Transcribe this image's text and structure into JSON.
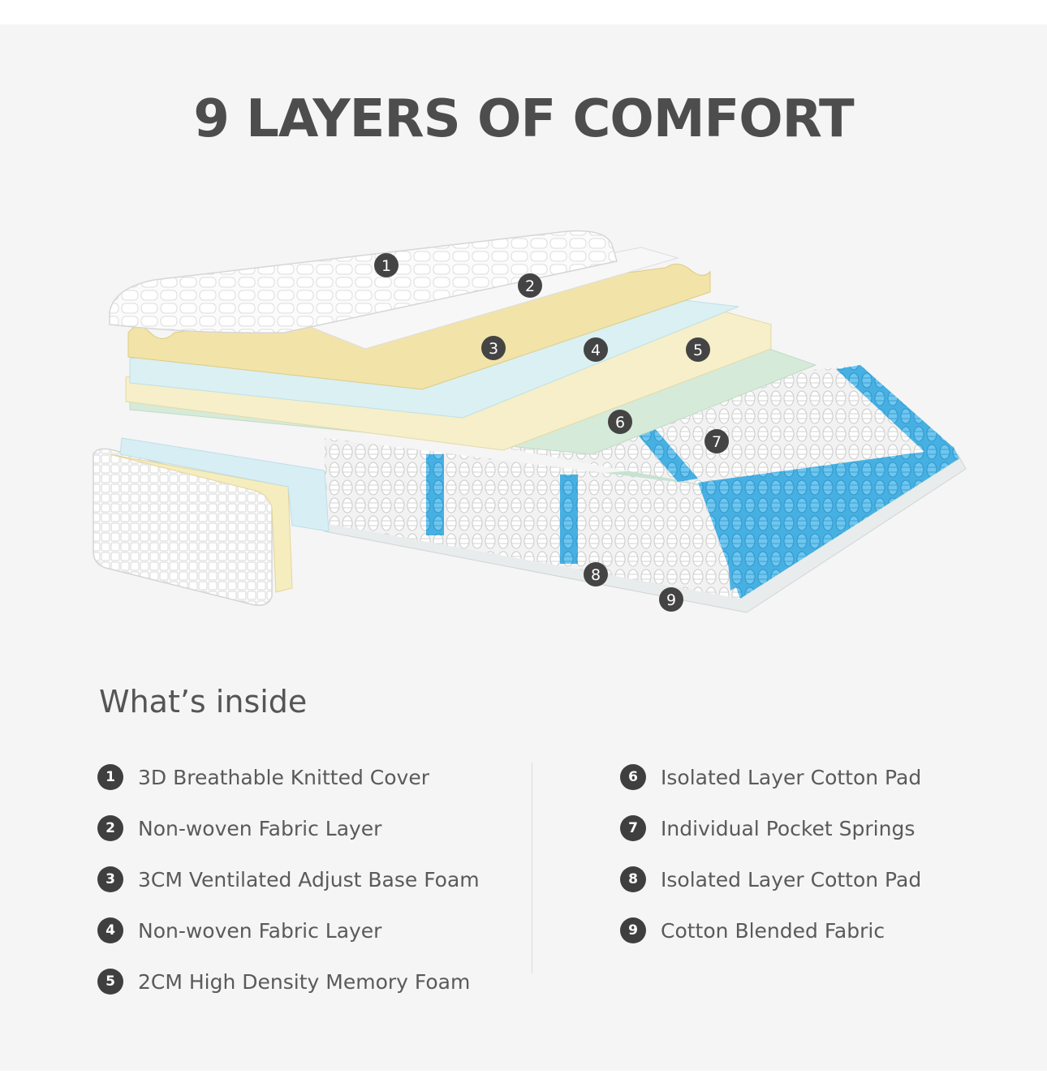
{
  "title": "9 LAYERS OF COMFORT",
  "subtitle": "What’s inside",
  "callouts": [
    "1",
    "2",
    "3",
    "4",
    "5",
    "6",
    "7",
    "8",
    "9"
  ],
  "layers_left": [
    {
      "num": "1",
      "label": "3D Breathable Knitted Cover"
    },
    {
      "num": "2",
      "label": "Non-woven Fabric Layer"
    },
    {
      "num": "3",
      "label": "3CM Ventilated Adjust Base Foam"
    },
    {
      "num": "4",
      "label": "Non-woven Fabric Layer"
    },
    {
      "num": "5",
      "label": "2CM High Density Memory Foam"
    }
  ],
  "layers_right": [
    {
      "num": "6",
      "label": "Isolated Layer Cotton Pad"
    },
    {
      "num": "7",
      "label": "Individual Pocket Springs"
    },
    {
      "num": "8",
      "label": "Isolated Layer Cotton Pad"
    },
    {
      "num": "9",
      "label": "Cotton Blended Fabric"
    }
  ],
  "colors": {
    "background": "#f5f5f5",
    "badge": "#3f3f3f",
    "spring_accent": "#4fb8e8",
    "foam_yellow": "#f4ebc0",
    "fabric_blue": "#d8eef2",
    "cotton_green": "#d7ebdd"
  }
}
